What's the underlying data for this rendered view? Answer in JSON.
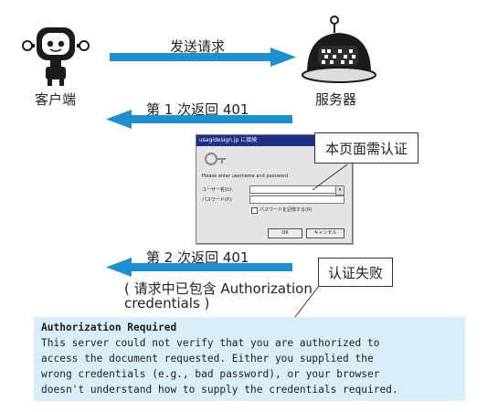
{
  "actors": {
    "client_label": "客户端",
    "server_label": "服务器"
  },
  "arrows": {
    "send_request": "发送请求",
    "first_return": "第 1 次返回 401",
    "second_return": "第 2 次返回 401",
    "second_note_line1": "( 请求中已包含 Authorization",
    "second_note_line2": "credentials )"
  },
  "callouts": {
    "page_needs_auth": "本页面需认证",
    "auth_failed": "认证失败"
  },
  "dialog": {
    "title": "usagidesign.jp に接続",
    "prompt": "Please enter username and password",
    "username_label": "ユーザー名(U):",
    "password_label": "パスワード(P):",
    "remember_label": "パスワードを記憶する(R)",
    "ok_label": "OK",
    "cancel_label": "キャンセル"
  },
  "error_panel": {
    "heading": "Authorization Required",
    "lines": [
      "This server could not verify that you are authorized to",
      "access the document requested. Either you supplied the",
      "wrong credentials (e.g., bad password), or your browser",
      "doesn't understand how to supply the credentials required."
    ]
  },
  "colors": {
    "arrow_blue": "#1f8fcf",
    "panel_bg": "#d9eef8",
    "robot_dark": "#1b1b1b"
  }
}
